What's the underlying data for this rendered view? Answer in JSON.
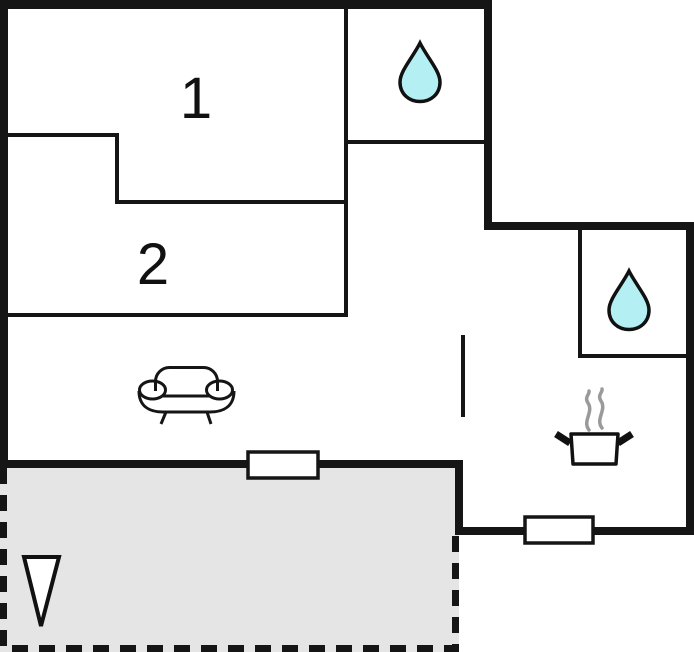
{
  "floorplan": {
    "title": "floor-plan",
    "rooms": [
      {
        "label": "1"
      },
      {
        "label": "2"
      }
    ],
    "icons": {
      "bathroom_top": "water-drop-icon",
      "bathroom_right": "water-drop-icon",
      "living_room": "sofa-icon",
      "kitchen": "cooking-pot-icon",
      "terrace": "direction-cone-icon"
    },
    "colors": {
      "wall": "#151515",
      "water": "#b4f0f3",
      "terrace": "#e5e5e5",
      "steam": "#9a9a9a",
      "background": "#ffffff",
      "icon_outline": "#111111"
    }
  }
}
